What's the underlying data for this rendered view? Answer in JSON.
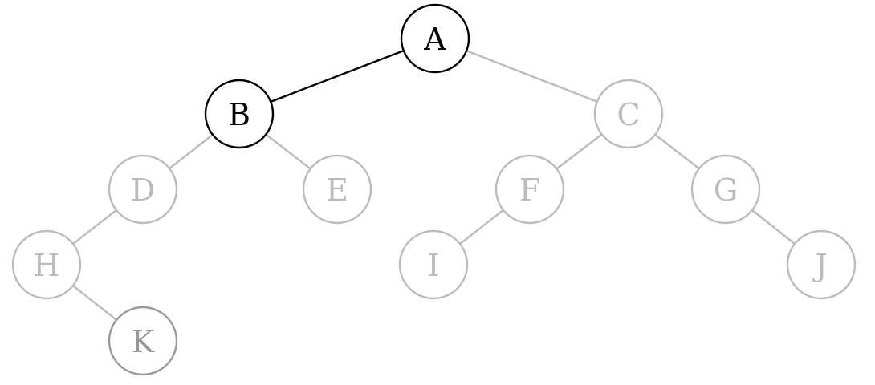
{
  "colors": {
    "highlight": "#000000",
    "faded": "#bbbbbb",
    "faded_dark": "#999999",
    "background": "#ffffff"
  },
  "nodes": [
    {
      "id": "A",
      "label": "A",
      "state": "highlight"
    },
    {
      "id": "B",
      "label": "B",
      "state": "highlight"
    },
    {
      "id": "C",
      "label": "C",
      "state": "faded"
    },
    {
      "id": "D",
      "label": "D",
      "state": "faded"
    },
    {
      "id": "E",
      "label": "E",
      "state": "faded"
    },
    {
      "id": "F",
      "label": "F",
      "state": "faded"
    },
    {
      "id": "G",
      "label": "G",
      "state": "faded"
    },
    {
      "id": "H",
      "label": "H",
      "state": "faded"
    },
    {
      "id": "I",
      "label": "I",
      "state": "faded"
    },
    {
      "id": "J",
      "label": "J",
      "state": "faded"
    },
    {
      "id": "K",
      "label": "K",
      "state": "faded_dark"
    }
  ],
  "edges": [
    {
      "from": "A",
      "to": "B",
      "state": "highlight"
    },
    {
      "from": "A",
      "to": "C",
      "state": "faded"
    },
    {
      "from": "B",
      "to": "D",
      "state": "faded"
    },
    {
      "from": "B",
      "to": "E",
      "state": "faded"
    },
    {
      "from": "C",
      "to": "F",
      "state": "faded"
    },
    {
      "from": "C",
      "to": "G",
      "state": "faded"
    },
    {
      "from": "D",
      "to": "H",
      "state": "faded"
    },
    {
      "from": "F",
      "to": "I",
      "state": "faded"
    },
    {
      "from": "G",
      "to": "J",
      "state": "faded"
    },
    {
      "from": "H",
      "to": "K",
      "state": "faded"
    }
  ]
}
